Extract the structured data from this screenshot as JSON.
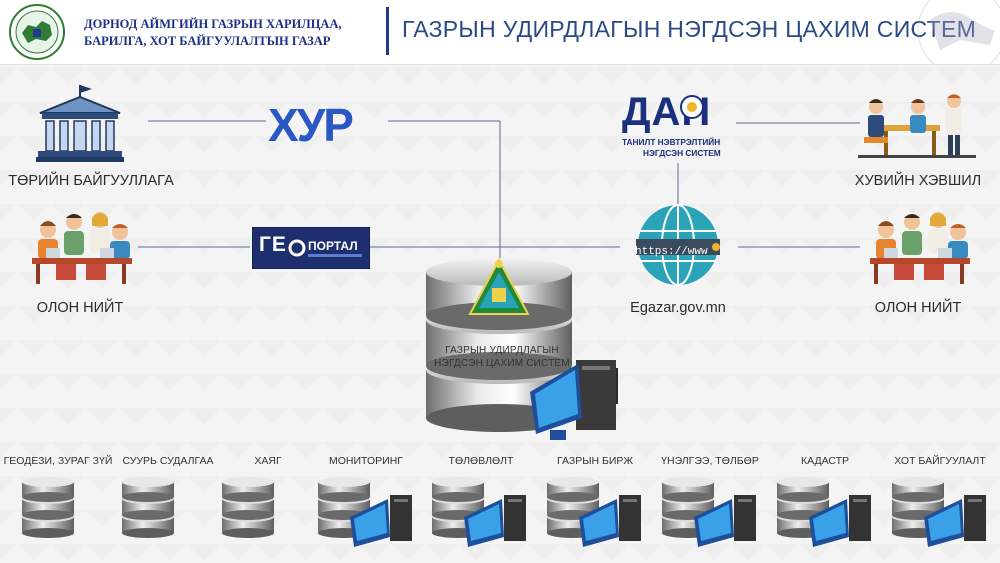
{
  "header": {
    "org_line1": "ДОРНОД АЙМГИЙН ГАЗРЫН ХАРИЛЦАА,",
    "org_line2": "БАРИЛГА, ХОТ БАЙГУУЛАЛТЫН ГАЗАР",
    "title": "ГАЗРЫН УДИРДЛАГЫН НЭГДСЭН ЦАХИМ СИСТЕМ"
  },
  "nodes": {
    "government": "ТӨРИЙН БАЙГУУЛЛАГА",
    "public_left": "ОЛОН НИЙТ",
    "private_sector": "ХУВИЙН ХЭВШИЛ",
    "public_right": "ОЛОН НИЙТ",
    "egazar": "Egazar.gov.mn"
  },
  "logos": {
    "xur": "ХУР",
    "geo_prefix": "ГЕ",
    "geo_suffix": "ПОРТАЛ",
    "dan_main": "ДАН",
    "dan_sub1": "ТАНИЛТ НЭВТРЭЛТИЙН",
    "dan_sub2": "НЭГДСЭН СИСТЕМ",
    "www": "https://www"
  },
  "center": {
    "line1": "ГАЗРЫН УДИРДЛАГЫН",
    "line2": "НЭГДСЭН ЦАХИМ СИСТЕМ"
  },
  "subsystems": [
    {
      "label": "ГЕОДЕЗИ, ЗУРАГ ЗҮЙ"
    },
    {
      "label": "СУУРЬ СУДАЛГАА"
    },
    {
      "label": "ХАЯГ"
    },
    {
      "label": "МОНИТОРИНГ"
    },
    {
      "label": "ТӨЛӨВЛӨЛТ"
    },
    {
      "label": "ГАЗРЫН БИРЖ"
    },
    {
      "label": "ҮНЭЛГЭЭ, ТӨЛБӨР"
    },
    {
      "label": "КАДАСТР"
    },
    {
      "label": "ХОТ БАЙГУУЛАЛТ"
    }
  ],
  "colors": {
    "header_text": "#1f2f86",
    "title_text": "#2a4a86",
    "xur_blue": "#2a56c6",
    "geo_portal_bg": "#1d2f6e",
    "dan_blue": "#1a2f7d",
    "globe_teal": "#2aa3b8",
    "emblem_green": "#1f8a3c"
  }
}
